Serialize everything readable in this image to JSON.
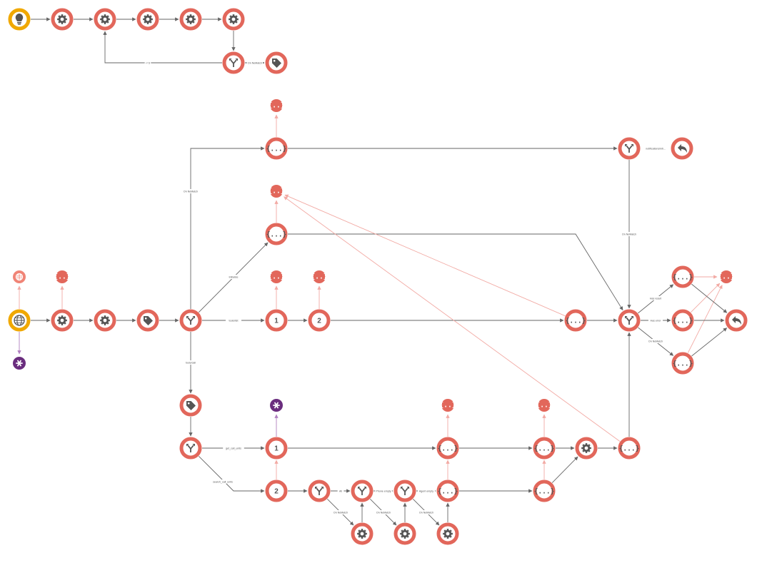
{
  "colors": {
    "ring": "#e2675b",
    "trigger": "#f0a800",
    "purple": "#6a2d7e",
    "edge": "#666666",
    "edge_light": "#f2aaa4",
    "edge_purple": "#b07fc0",
    "icon": "#555555",
    "label_bg": "#ffffff",
    "white": "#ffffff"
  },
  "edge_labels": {
    "loop_back": "<=3",
    "top_no_match": "On NoMatch",
    "notifications": "notifications/inti...",
    "left_no_match": "On NoMatch",
    "right_no_match": "On NoMatch",
    "initialize": "Initialize",
    "tools_list": "tools/list",
    "tools_call": "tools/call",
    "get_call_units": "get_call_units",
    "search_call_units": "search_call_units",
    "all": "All",
    "phone_empty": "Phone empty",
    "agent_empty": "Agent empty",
    "no_match_a": "On NoMatch",
    "no_match_b": "On NoMatch",
    "no_match_c": "On NoMatch",
    "has_result": "Has result",
    "has_error": "Has error",
    "final_no_match": "On NoMatch"
  },
  "node_text": {
    "one": "1",
    "two": "2",
    "braces": "{...}",
    "small_braces": "{..}"
  },
  "nodes": [
    {
      "id": "trigger_schedule",
      "type": "trigger",
      "icon": "lightbulb-icon"
    },
    {
      "id": "g1",
      "type": "gear",
      "icon": "gear-icon"
    },
    {
      "id": "g2",
      "type": "gear",
      "icon": "gear-icon"
    },
    {
      "id": "g3",
      "type": "gear",
      "icon": "gear-icon"
    },
    {
      "id": "g4",
      "type": "gear",
      "icon": "gear-icon"
    },
    {
      "id": "g5",
      "type": "gear",
      "icon": "gear-icon"
    },
    {
      "id": "sw_top",
      "type": "switch",
      "icon": "branch-icon"
    },
    {
      "id": "tag_top",
      "type": "tag",
      "icon": "tag-icon"
    },
    {
      "id": "globe_small",
      "type": "small_globe",
      "icon": "globe-icon"
    },
    {
      "id": "trigger_http",
      "type": "trigger",
      "icon": "globe-icon"
    },
    {
      "id": "purple_left",
      "type": "purple",
      "icon": "asterisk-icon"
    },
    {
      "id": "small_left",
      "type": "small",
      "icon": "braces-icon"
    },
    {
      "id": "gm1",
      "type": "gear",
      "icon": "gear-icon"
    },
    {
      "id": "gm2",
      "type": "gear",
      "icon": "gear-icon"
    },
    {
      "id": "tag_mid",
      "type": "tag",
      "icon": "tag-icon"
    },
    {
      "id": "sw_main",
      "type": "switch",
      "icon": "branch-icon"
    },
    {
      "id": "set_top",
      "type": "set",
      "icon": "braces-icon"
    },
    {
      "id": "small_top",
      "type": "small",
      "icon": "braces-icon"
    },
    {
      "id": "sw_notif",
      "type": "switch",
      "icon": "branch-icon"
    },
    {
      "id": "ret_notif",
      "type": "return",
      "icon": "reply-icon"
    },
    {
      "id": "small_init",
      "type": "small",
      "icon": "braces-icon"
    },
    {
      "id": "set_init",
      "type": "set",
      "icon": "braces-icon"
    },
    {
      "id": "small_n1",
      "type": "small",
      "icon": "braces-icon"
    },
    {
      "id": "n1",
      "type": "number",
      "icon": "number-one-icon"
    },
    {
      "id": "small_n2",
      "type": "small",
      "icon": "braces-icon"
    },
    {
      "id": "n2",
      "type": "number",
      "icon": "number-two-icon"
    },
    {
      "id": "set_list",
      "type": "set",
      "icon": "braces-icon"
    },
    {
      "id": "sw_result",
      "type": "switch",
      "icon": "branch-icon"
    },
    {
      "id": "set_result",
      "type": "set",
      "icon": "braces-icon"
    },
    {
      "id": "set_error",
      "type": "set",
      "icon": "braces-icon"
    },
    {
      "id": "set_nomatch",
      "type": "set",
      "icon": "braces-icon"
    },
    {
      "id": "small_result",
      "type": "small",
      "icon": "braces-icon"
    },
    {
      "id": "ret_final",
      "type": "return",
      "icon": "reply-icon"
    },
    {
      "id": "tag_call",
      "type": "tag",
      "icon": "tag-icon"
    },
    {
      "id": "sw_call",
      "type": "switch",
      "icon": "branch-icon"
    },
    {
      "id": "purple_call",
      "type": "purple",
      "icon": "asterisk-icon"
    },
    {
      "id": "c1",
      "type": "number",
      "icon": "number-one-icon"
    },
    {
      "id": "c2",
      "type": "number",
      "icon": "number-two-icon"
    },
    {
      "id": "sw_all",
      "type": "switch",
      "icon": "branch-icon"
    },
    {
      "id": "sw_phone",
      "type": "switch",
      "icon": "branch-icon"
    },
    {
      "id": "sw_agent",
      "type": "switch",
      "icon": "branch-icon"
    },
    {
      "id": "gb1",
      "type": "gear",
      "icon": "gear-icon"
    },
    {
      "id": "gb2",
      "type": "gear",
      "icon": "gear-icon"
    },
    {
      "id": "gb3",
      "type": "gear",
      "icon": "gear-icon"
    },
    {
      "id": "set_c1",
      "type": "set",
      "icon": "braces-icon"
    },
    {
      "id": "small_c1",
      "type": "small",
      "icon": "braces-icon"
    },
    {
      "id": "set_c2",
      "type": "set",
      "icon": "braces-icon"
    },
    {
      "id": "set_m1",
      "type": "set",
      "icon": "braces-icon"
    },
    {
      "id": "small_m1",
      "type": "small",
      "icon": "braces-icon"
    },
    {
      "id": "set_m2",
      "type": "set",
      "icon": "braces-icon"
    },
    {
      "id": "g_merge",
      "type": "gear",
      "icon": "gear-icon"
    },
    {
      "id": "set_merge",
      "type": "set",
      "icon": "braces-icon"
    }
  ]
}
